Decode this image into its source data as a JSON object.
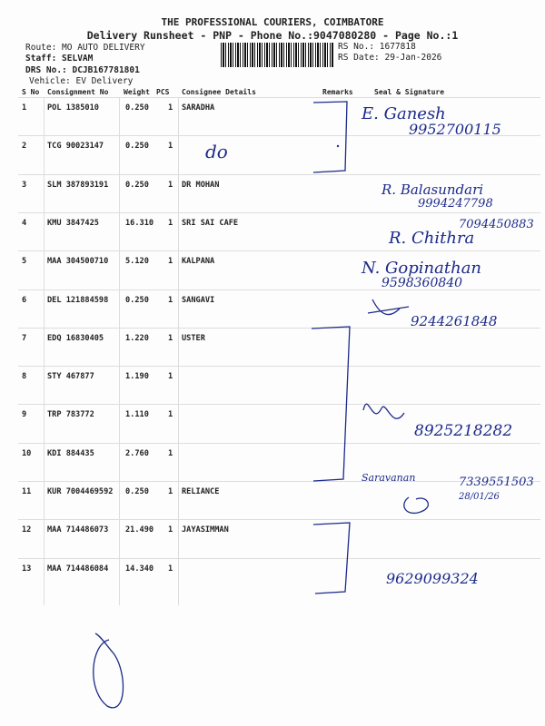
{
  "header": {
    "company": "THE PROFESSIONAL COURIERS, COIMBATORE",
    "subtitle": "Delivery Runsheet - PNP - Phone No.:9047080280 - Page No.:1",
    "route": "Route: MO AUTO DELIVERY",
    "staff": "Staff: SELVAM",
    "drs": "DRS No.: DCJB167781801",
    "vehicle": "Vehicle: EV Delivery",
    "rs_no": "RS No.: 1677818",
    "rs_date": "RS Date: 29-Jan-2026"
  },
  "columns": {
    "sno": "S No",
    "consignment": "Consignment No",
    "weight": "Weight",
    "pcs": "PCS",
    "consignee": "Consignee Details",
    "remarks": "Remarks",
    "seal": "Seal & Signature"
  },
  "rows": [
    {
      "sno": "1",
      "consignment": "POL 1385010",
      "weight": "0.250",
      "pcs": "1",
      "consignee": "SARADHA"
    },
    {
      "sno": "2",
      "consignment": "TCG 90023147",
      "weight": "0.250",
      "pcs": "1",
      "consignee": ""
    },
    {
      "sno": "3",
      "consignment": "SLM 387893191",
      "weight": "0.250",
      "pcs": "1",
      "consignee": "DR MOHAN"
    },
    {
      "sno": "4",
      "consignment": "KMU 3847425",
      "weight": "16.310",
      "pcs": "1",
      "consignee": "SRI SAI CAFE"
    },
    {
      "sno": "5",
      "consignment": "MAA 304500710",
      "weight": "5.120",
      "pcs": "1",
      "consignee": "KALPANA"
    },
    {
      "sno": "6",
      "consignment": "DEL 121884598",
      "weight": "0.250",
      "pcs": "1",
      "consignee": "SANGAVI"
    },
    {
      "sno": "7",
      "consignment": "EDQ 16830405",
      "weight": "1.220",
      "pcs": "1",
      "consignee": "USTER"
    },
    {
      "sno": "8",
      "consignment": "STY 467877",
      "weight": "1.190",
      "pcs": "1",
      "consignee": ""
    },
    {
      "sno": "9",
      "consignment": "TRP 783772",
      "weight": "1.110",
      "pcs": "1",
      "consignee": ""
    },
    {
      "sno": "10",
      "consignment": "KDI 884435",
      "weight": "2.760",
      "pcs": "1",
      "consignee": ""
    },
    {
      "sno": "11",
      "consignment": "KUR 7004469592",
      "weight": "0.250",
      "pcs": "1",
      "consignee": "RELIANCE"
    },
    {
      "sno": "12",
      "consignment": "MAA 714486073",
      "weight": "21.490",
      "pcs": "1",
      "consignee": "JAYASIMMAN"
    },
    {
      "sno": "13",
      "consignment": "MAA 714486084",
      "weight": "14.340",
      "pcs": "1",
      "consignee": ""
    }
  ],
  "handwriting": {
    "h1": "E. Ganesh",
    "h2": "9952700115",
    "h3": "do",
    "h4": "R. Balasundari",
    "h5": "9994247798",
    "h6": "7094450883",
    "h7": "R. Chithra",
    "h8": "N. Gopinathan",
    "h9": "9598360840",
    "h10": "9244261848",
    "h11": "8925218282",
    "h12": "Saravanan",
    "h13": "7339551503",
    "h14": "28/01/26",
    "h15": "9629099324"
  }
}
